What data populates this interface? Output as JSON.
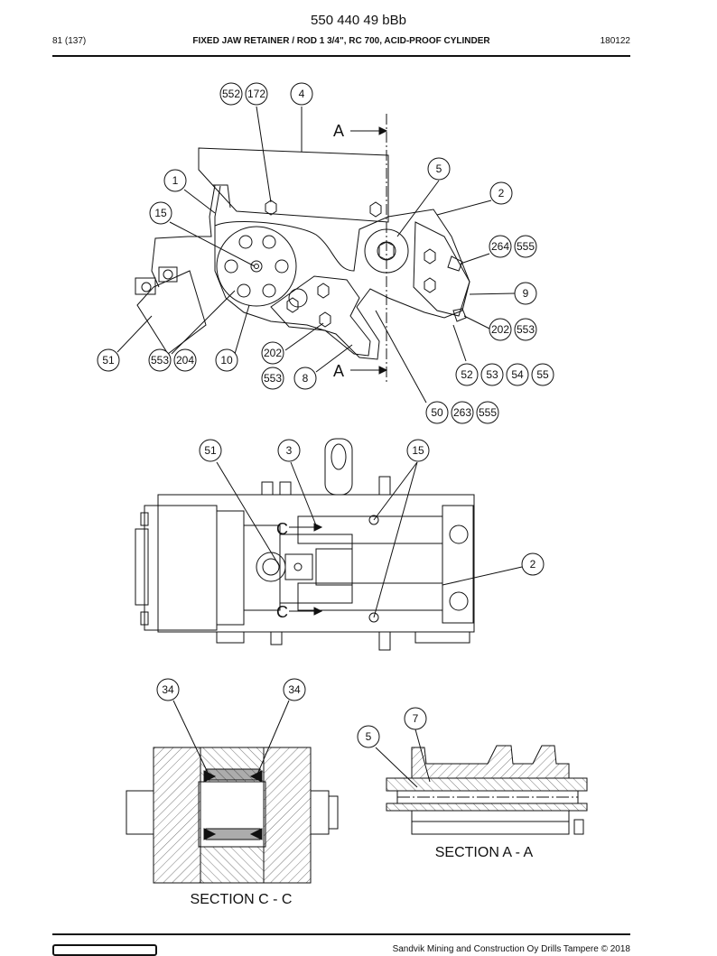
{
  "header": {
    "doc_number": "550 440 49 bBb",
    "page": "81 (137)",
    "title": "FIXED JAW RETAINER / ROD 1 3/4\", RC 700, ACID-PROOF CYLINDER",
    "date": "180122"
  },
  "footer": {
    "copyright": "Sandvik Mining and Construction Oy Drills Tampere © 2018"
  },
  "sections": {
    "a_marker": "A",
    "c_marker": "C",
    "section_aa": "SECTION A - A",
    "section_cc": "SECTION C - C"
  },
  "callouts": {
    "c552": "552",
    "c172": "172",
    "c4": "4",
    "c1": "1",
    "c15a": "15",
    "c5a": "5",
    "c2a": "2",
    "c264": "264",
    "c555a": "555",
    "c9": "9",
    "c202a": "202",
    "c553a": "553",
    "c51a": "51",
    "c553b": "553",
    "c204": "204",
    "c10": "10",
    "c202b": "202",
    "c553c": "553",
    "c8": "8",
    "c52": "52",
    "c53": "53",
    "c54": "54",
    "c55": "55",
    "c50": "50",
    "c263": "263",
    "c555b": "555",
    "c51b": "51",
    "c3": "3",
    "c15b": "15",
    "c2b": "2",
    "c34a": "34",
    "c34b": "34",
    "c7": "7",
    "c5b": "5"
  },
  "colors": {
    "line": "#111111",
    "hatch": "#555555"
  }
}
